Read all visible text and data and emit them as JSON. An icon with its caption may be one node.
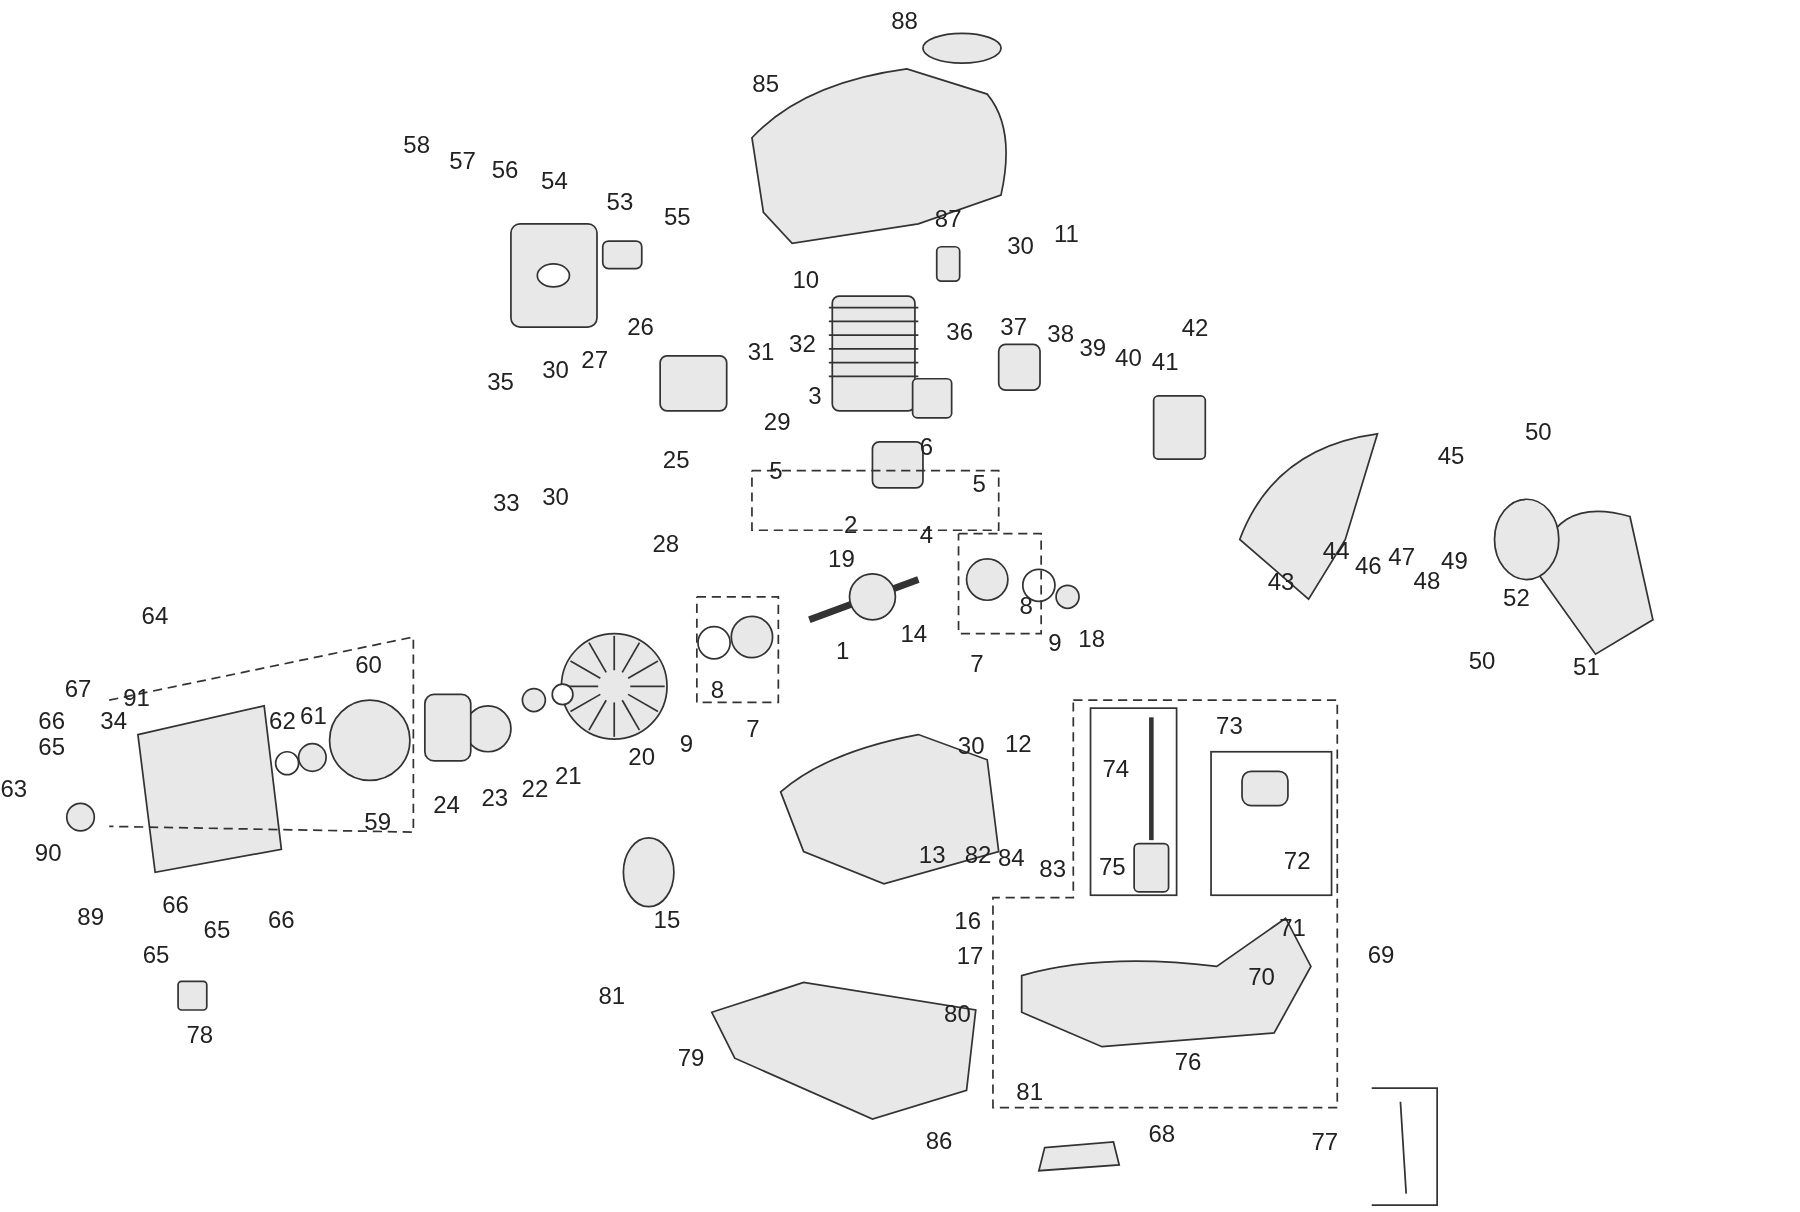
{
  "diagram": {
    "labels": [
      "88",
      "85",
      "58",
      "57",
      "56",
      "54",
      "53",
      "55",
      "87",
      "30",
      "11",
      "10",
      "26",
      "32",
      "36",
      "37",
      "38",
      "39",
      "40",
      "41",
      "42",
      "31",
      "35",
      "30",
      "27",
      "3",
      "29",
      "6",
      "25",
      "50",
      "45",
      "33",
      "30",
      "5",
      "5",
      "28",
      "4",
      "2",
      "19",
      "43",
      "44",
      "46",
      "47",
      "48",
      "49",
      "52",
      "8",
      "9",
      "18",
      "7",
      "1",
      "14",
      "64",
      "60",
      "50",
      "51",
      "67",
      "91",
      "66",
      "34",
      "62",
      "61",
      "65",
      "63",
      "8",
      "9",
      "7",
      "20",
      "24",
      "23",
      "22",
      "21",
      "59",
      "30",
      "12",
      "73",
      "74",
      "90",
      "13",
      "82",
      "84",
      "83",
      "75",
      "72",
      "89",
      "66",
      "65",
      "66",
      "15",
      "16",
      "71",
      "65",
      "17",
      "69",
      "70",
      "81",
      "80",
      "78",
      "79",
      "76",
      "81",
      "86",
      "68",
      "77"
    ]
  }
}
